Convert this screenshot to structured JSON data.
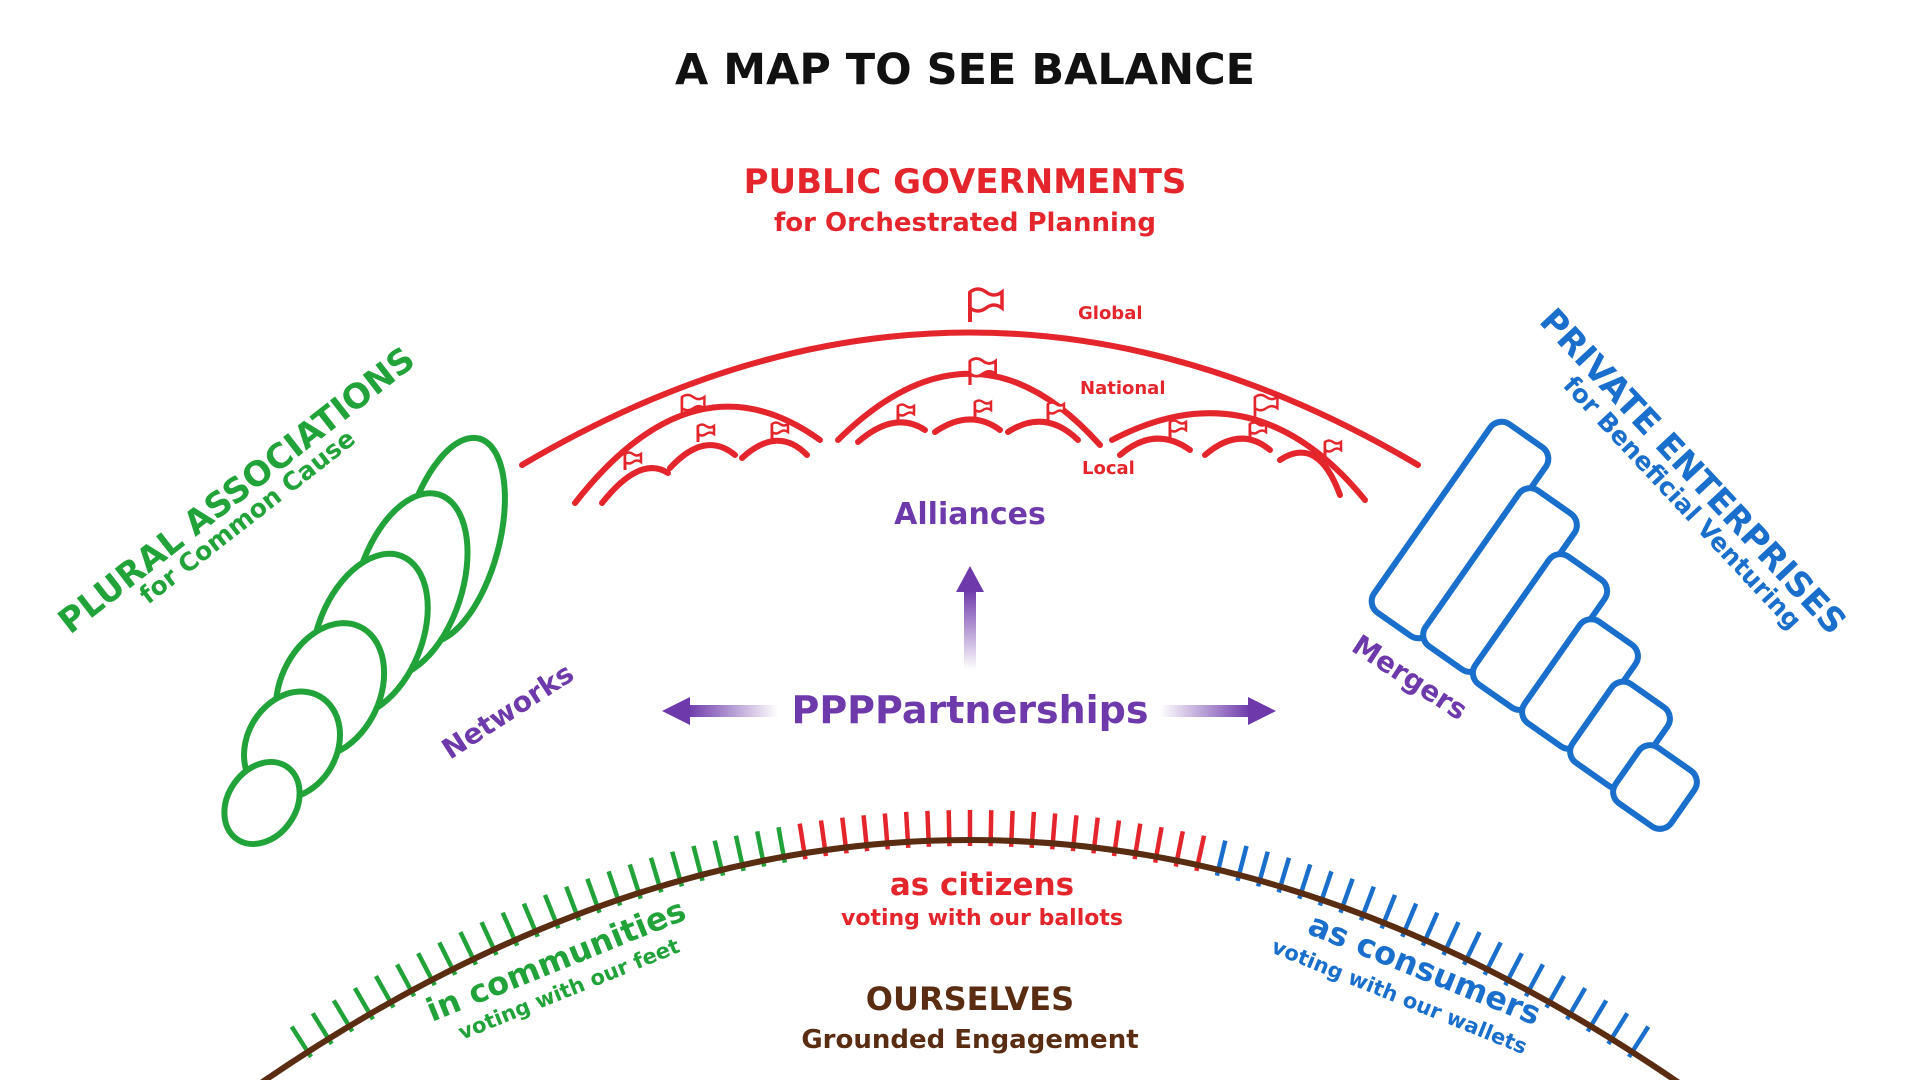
{
  "title": "A MAP TO SEE BALANCE",
  "government": {
    "heading": "PUBLIC GOVERNMENTS",
    "subheading": "for Orchestrated Planning",
    "levels": {
      "global": "Global",
      "national": "National",
      "local": "Local"
    },
    "color": "#e4262c"
  },
  "associations": {
    "heading": "PLURAL ASSOCIATIONS",
    "subheading": "for Common Cause",
    "color": "#22a33a"
  },
  "enterprises": {
    "heading": "PRIVATE ENTERPRISES",
    "subheading": "for Beneficial Venturing",
    "color": "#1a6fcc"
  },
  "center": {
    "alliances": "Alliances",
    "partnerships": "PPPPartnerships",
    "networks": "Networks",
    "mergers": "Mergers",
    "color": "#6e3aab"
  },
  "ground": {
    "communities": "in communities",
    "communities_sub": "voting with our feet",
    "citizens": "as citizens",
    "citizens_sub": "voting with our ballots",
    "consumers": "as consumers",
    "consumers_sub": "voting with our wallets",
    "ourselves": "OURSELVES",
    "ourselves_sub": "Grounded Engagement",
    "color": "#5a2d12"
  }
}
